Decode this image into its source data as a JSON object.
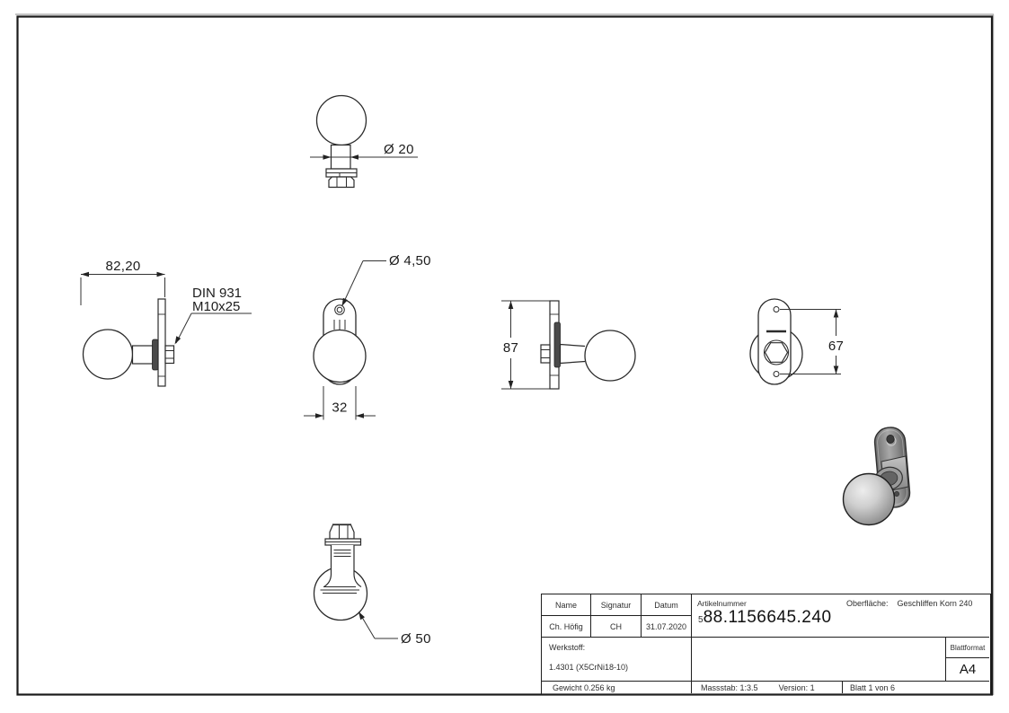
{
  "views": {
    "top": {
      "dim_neck": "Ø 20"
    },
    "side_left": {
      "dim_length": "82,20",
      "bolt_line1": "DIN 931",
      "bolt_line2": "M10x25"
    },
    "front": {
      "dim_hole": "Ø 4,50",
      "dim_width": "32"
    },
    "side_right": {
      "dim_height": "87"
    },
    "back": {
      "dim_hole_spacing": "67"
    },
    "bottom": {
      "dim_ball": "Ø 50"
    }
  },
  "title_block": {
    "headers": {
      "name": "Name",
      "signature": "Signatur",
      "date": "Datum"
    },
    "values": {
      "name": "Ch. Höfig",
      "signature": "CH",
      "date": "31.07.2020"
    },
    "article": {
      "label": "Artikelnummer",
      "prefix": "5",
      "number": "88.1156645.240"
    },
    "surface": {
      "label": "Oberfläche:",
      "value": "Geschliffen Korn 240"
    },
    "material": {
      "label": "Werkstoff:",
      "value": "1.4301 (X5CrNi18-10)"
    },
    "weight": "Gewicht 0.256 kg",
    "scale": "Massstab: 1:3.5",
    "version": "Version: 1",
    "sheet": "Blatt 1 von 6",
    "format": {
      "label": "Blattformat",
      "value": "A4"
    }
  },
  "colors": {
    "line": "#2b2b2b",
    "dim_line": "#333333",
    "collar_fill": "#4a4a4a",
    "frame": "#1a1a1a",
    "frame_shadow": "#b0b0b0",
    "metal_light": "#ececec",
    "metal_mid": "#a3a3a3",
    "metal_dark": "#6f6f6f"
  }
}
